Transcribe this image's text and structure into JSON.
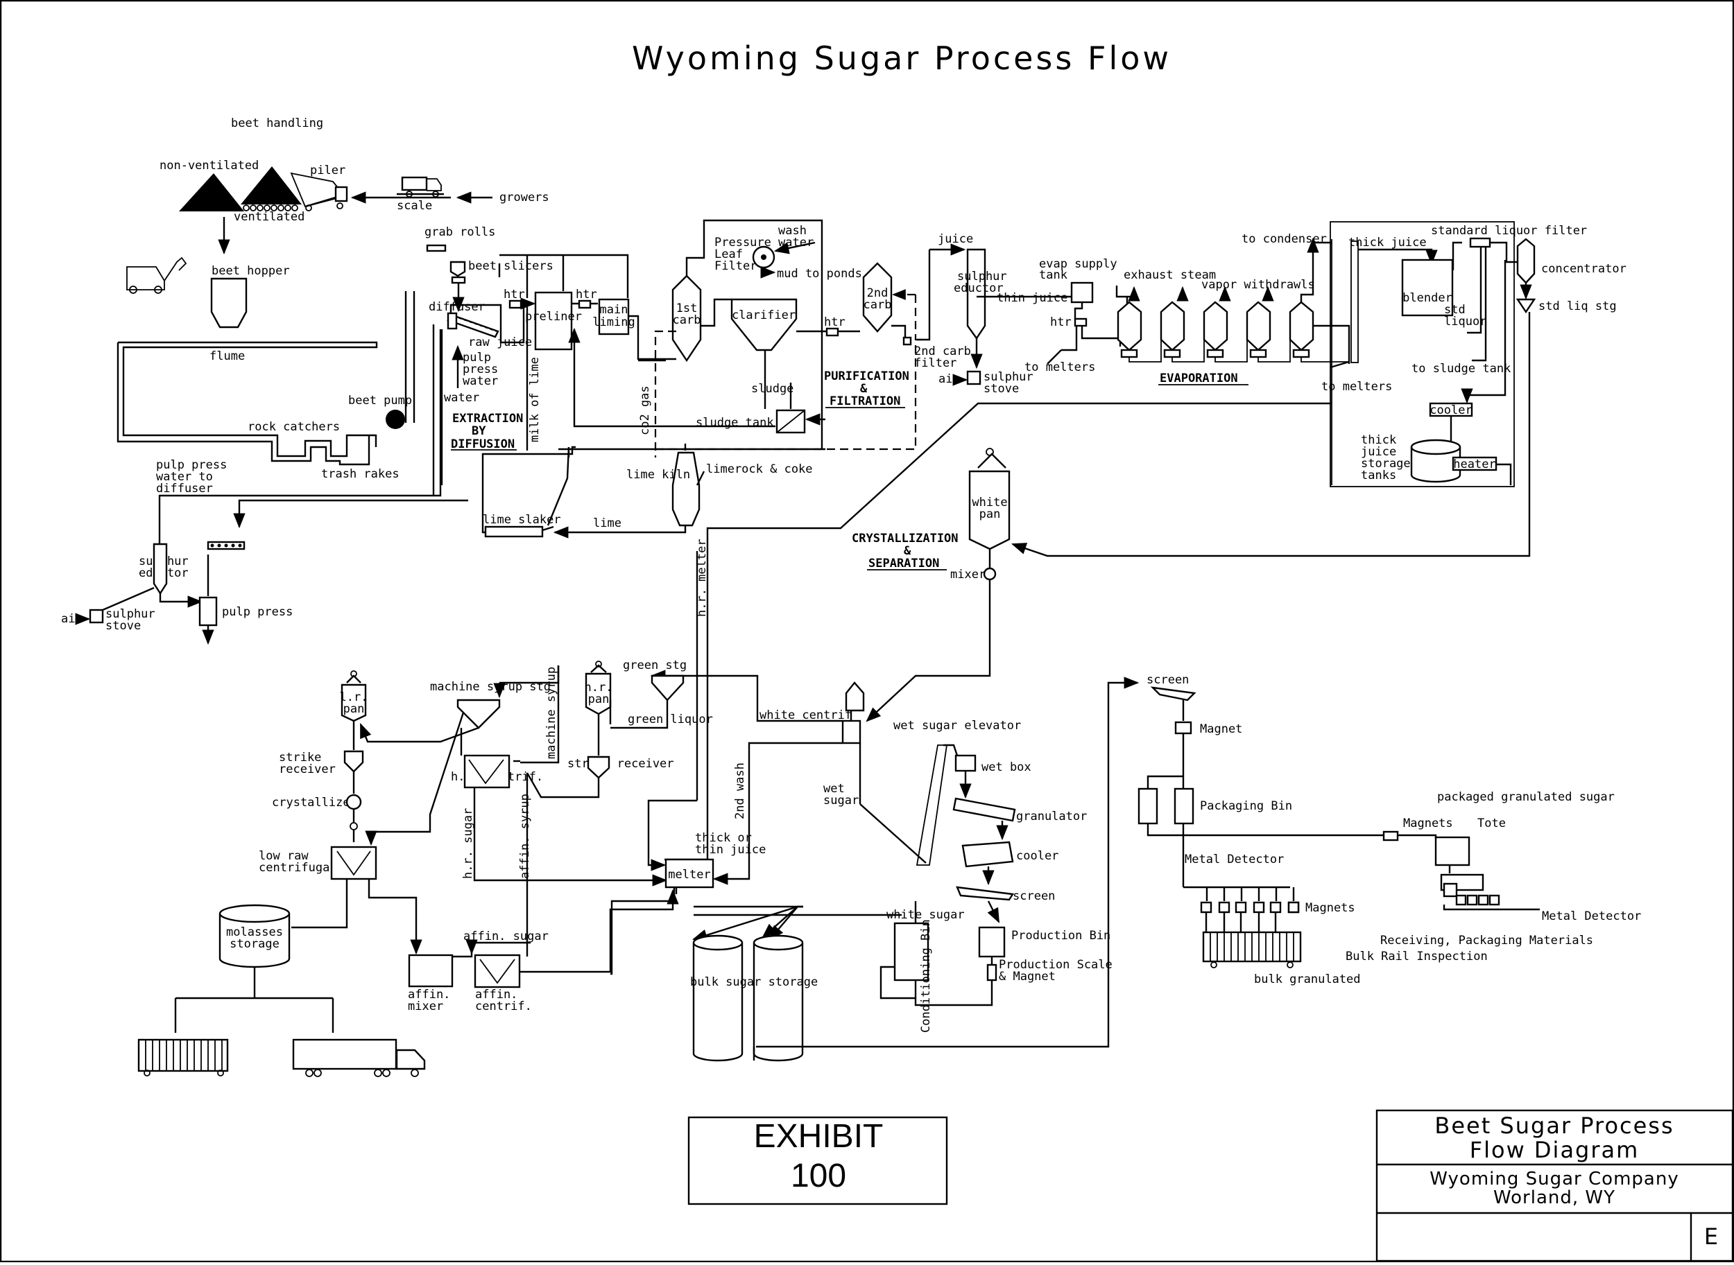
{
  "title": "Wyoming Sugar Process Flow",
  "title_block": {
    "line1": "Beet Sugar Process",
    "line2": "Flow Diagram",
    "company": "Wyoming Sugar Company",
    "location": "Worland, WY",
    "sheet": "E"
  },
  "exhibit": {
    "label": "EXHIBIT",
    "number": "100"
  },
  "sections": {
    "extraction": [
      "EXTRACTION",
      "BY",
      "DIFFUSION"
    ],
    "purification": [
      "PURIFICATION",
      "&",
      "FILTRATION"
    ],
    "evaporation": "EVAPORATION",
    "crystallization": [
      "CRYSTALLIZATION",
      "&",
      "SEPARATION"
    ]
  },
  "labels": {
    "beet_handling": "beet handling",
    "non_ventilated": "non-ventilated",
    "ventilated": "ventilated",
    "piler": "piler",
    "scale": "scale",
    "growers": "growers",
    "beet_hopper": "beet hopper",
    "flume": "flume",
    "beet_pump": "beet pump",
    "rock_catchers": "rock catchers",
    "trash_rakes": "trash rakes",
    "grab_rolls": "grab rolls",
    "beet_slicers": "beet slicers",
    "diffuser": "diffuser",
    "raw_juice": "raw juice",
    "pulp": "pulp",
    "press": "press",
    "water": "water",
    "water2": "water",
    "milk_of_lime": "milk of lime",
    "pulp_press_water_1": "pulp press",
    "pulp_press_water_2": "water to",
    "pulp_press_water_3": "diffuser",
    "sulphur_eductor_1": "sulphur",
    "sulphur_eductor_2": "eductor",
    "air": "air",
    "sulphur_stove_1": "sulphur",
    "sulphur_stove_2": "stove",
    "pulp_press": "pulp press",
    "htr1": "htr",
    "preliner": "preliner",
    "htr2": "htr",
    "main_liming_1": "main",
    "main_liming_2": "liming",
    "first_carb_1": "1st",
    "first_carb_2": "carb",
    "pressure_1": "Pressure",
    "pressure_2": "Leaf",
    "pressure_3": "Filter",
    "wash_water_1": "wash",
    "wash_water_2": "water",
    "mud_to_ponds": "mud to ponds",
    "clarifier": "clarifier",
    "sludge": "sludge",
    "sludge_tank": "sludge tank",
    "co2_gas": "co2 gas",
    "htr3": "htr",
    "second_carb_1": "2nd",
    "second_carb_2": "carb",
    "second_carb_filter_1": "2nd carb",
    "second_carb_filter_2": "filter",
    "lime_kiln": "lime kiln",
    "limerock_coke": "limerock & coke",
    "lime_slaker": "lime slaker",
    "lime": "lime",
    "juice": "juice",
    "sulphur_eductor2_1": "sulphur",
    "sulphur_eductor2_2": "eductor",
    "air2": "air",
    "sulphur_stove2_1": "sulphur",
    "sulphur_stove2_2": "stove",
    "evap_supply_1": "evap supply",
    "evap_supply_2": "tank",
    "thin_juice": "thin juice",
    "htr4": "htr",
    "to_melters": "to melters",
    "exhaust_steam": "exhaust steam",
    "vapor_withdrawls": "vapor withdrawls",
    "to_condenser": "to condenser",
    "thick_juice": "thick juice",
    "standard_liquor_filter": "standard liquor filter",
    "concentrator": "concentrator",
    "blender": "blender",
    "std_liquor_1": "std",
    "std_liquor_2": "liquor",
    "std_liq_stg": "std liq stg",
    "to_sludge_tank": "to sludge tank",
    "to_melters2": "to melters",
    "cooler": "cooler",
    "thick_storage_1": "thick",
    "thick_storage_2": "juice",
    "thick_storage_3": "storage",
    "thick_storage_4": "tanks",
    "heater": "heater",
    "white_pan_1": "white",
    "white_pan_2": "pan",
    "mixer": "mixer",
    "hr_melter": "h.r. melter",
    "lr_pan_1": "l.r.",
    "lr_pan_2": "pan",
    "machine_syrup_stg": "machine syrup stg",
    "machine_syrup": "machine syrup",
    "hr_pan_1": "h.r.",
    "hr_pan_2": "pan",
    "green_stg": "green stg",
    "green_liquor": "green liquor",
    "strike_receiver_1": "strike",
    "strike_receiver_2": "receiver",
    "strike_receiver2": "strike receiver",
    "hr_centrif": "h.r. centrif.",
    "crystallizer": "crystallizer",
    "low_raw_1": "low raw",
    "low_raw_2": "centrifugal",
    "hr_sugar": "h.r. sugar",
    "affin_syrup": "affin. syrup",
    "second_wash": "2nd wash",
    "thick_or_1": "thick or",
    "thick_or_2": "thin juice",
    "melter": "melter",
    "white_centrif": "white centrif",
    "wet_sugar_elevator": "wet sugar elevator",
    "wet_sugar_1": "wet",
    "wet_sugar_2": "sugar",
    "wet_box": "wet box",
    "granulator": "granulator",
    "cooler2": "cooler",
    "screen": "screen",
    "production_bin": "Production Bin",
    "production_scale_1": "Production Scale",
    "production_scale_2": "& Magnet",
    "white_sugar": "white sugar",
    "conditioning_bin": "Conditioning Bin",
    "bulk_sugar_storage": "bulk sugar storage",
    "molasses_1": "molasses",
    "molasses_2": "storage",
    "affin_mixer_1": "affin.",
    "affin_mixer_2": "mixer",
    "affin_sugar": "affin. sugar",
    "affin_centrif_1": "affin.",
    "affin_centrif_2": "centrif.",
    "screen2": "screen",
    "magnet": "Magnet",
    "packaging_bin": "Packaging Bin",
    "metal_detector": "Metal Detector",
    "magnets": "Magnets",
    "bulk_granulated": "bulk granulated",
    "packaged_granulated": "packaged granulated sugar",
    "magnets2": "Magnets",
    "tote": "Tote",
    "metal_detector2": "Metal Detector",
    "receiving_1": "Receiving, Packaging Materials",
    "receiving_2": "Bulk Rail Inspection"
  }
}
